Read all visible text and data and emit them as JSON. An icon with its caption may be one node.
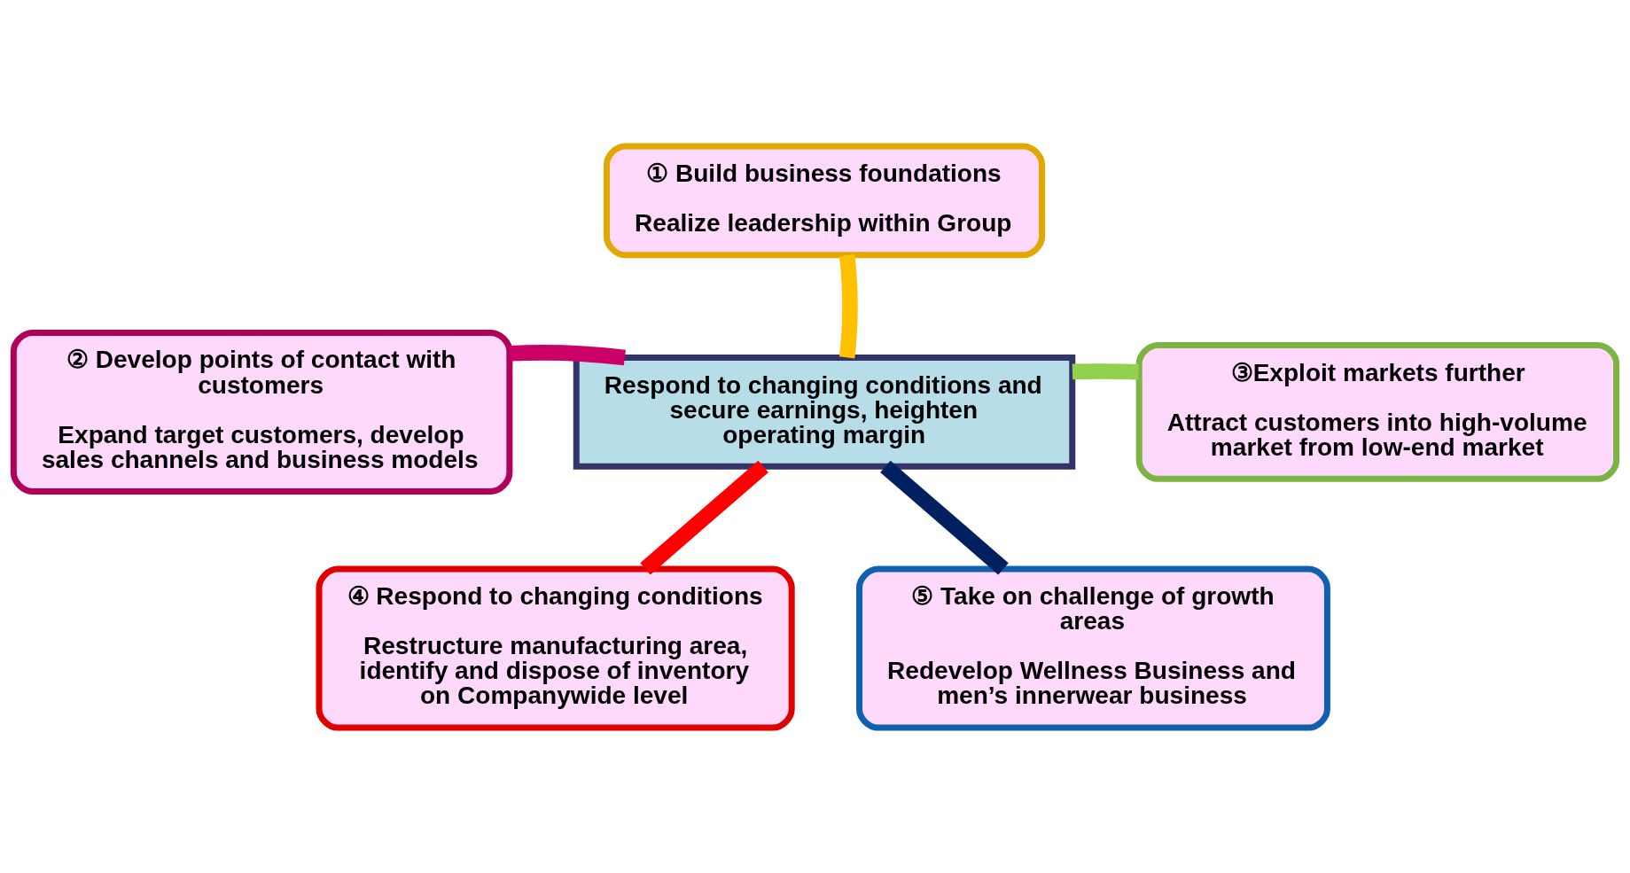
{
  "diagram": {
    "nodes": [
      {
        "text": [
          "① Build business foundations",
          "Realize leadership within Group"
        ]
      },
      {
        "text": [
          "② Develop points of contact with customers",
          "Expand target customers, develop sales channels and business models"
        ]
      },
      {
        "text": [
          "Respond to changing conditions and secure earnings, heighten operating margin"
        ]
      },
      {
        "text": [
          "③Exploit markets further",
          "Attract customers into high-volume market from low-end market"
        ]
      },
      {
        "text": [
          "④ Respond to changing conditions",
          "Restructure manufacturing area, identify and dispose of inventory on Companywide level"
        ]
      },
      {
        "text": [
          "⑤ Take on challenge of growth areas",
          "Redevelop Wellness Business and men’s innerwear business"
        ]
      }
    ],
    "edges": [
      {
        "from": 2,
        "to": 0,
        "arrow": "none",
        "color": "#ffc000"
      },
      {
        "from": 2,
        "to": 1,
        "arrow": "none",
        "color": "#cc0066"
      },
      {
        "from": 2,
        "to": 3,
        "arrow": "none",
        "color": "#92d050"
      },
      {
        "from": 2,
        "to": 4,
        "arrow": "none",
        "color": "#ff0000"
      },
      {
        "from": 2,
        "to": 5,
        "arrow": "none",
        "color": "#002060"
      }
    ]
  }
}
